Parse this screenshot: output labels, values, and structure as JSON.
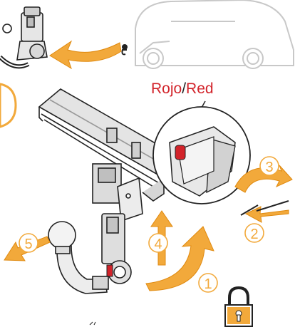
{
  "label": {
    "rojo": "Rojo",
    "slash": "/",
    "red": "Red"
  },
  "steps": {
    "s1": "1",
    "s2": "2",
    "s3": "3",
    "s4": "4",
    "s5": "5"
  },
  "colors": {
    "arrow": "#f2a93b",
    "arrow_stroke": "#e08a10",
    "red_label": "#d2232a",
    "step_circle": "#f2a93b",
    "line": "#222222",
    "car_outline": "#c8c8c8"
  }
}
